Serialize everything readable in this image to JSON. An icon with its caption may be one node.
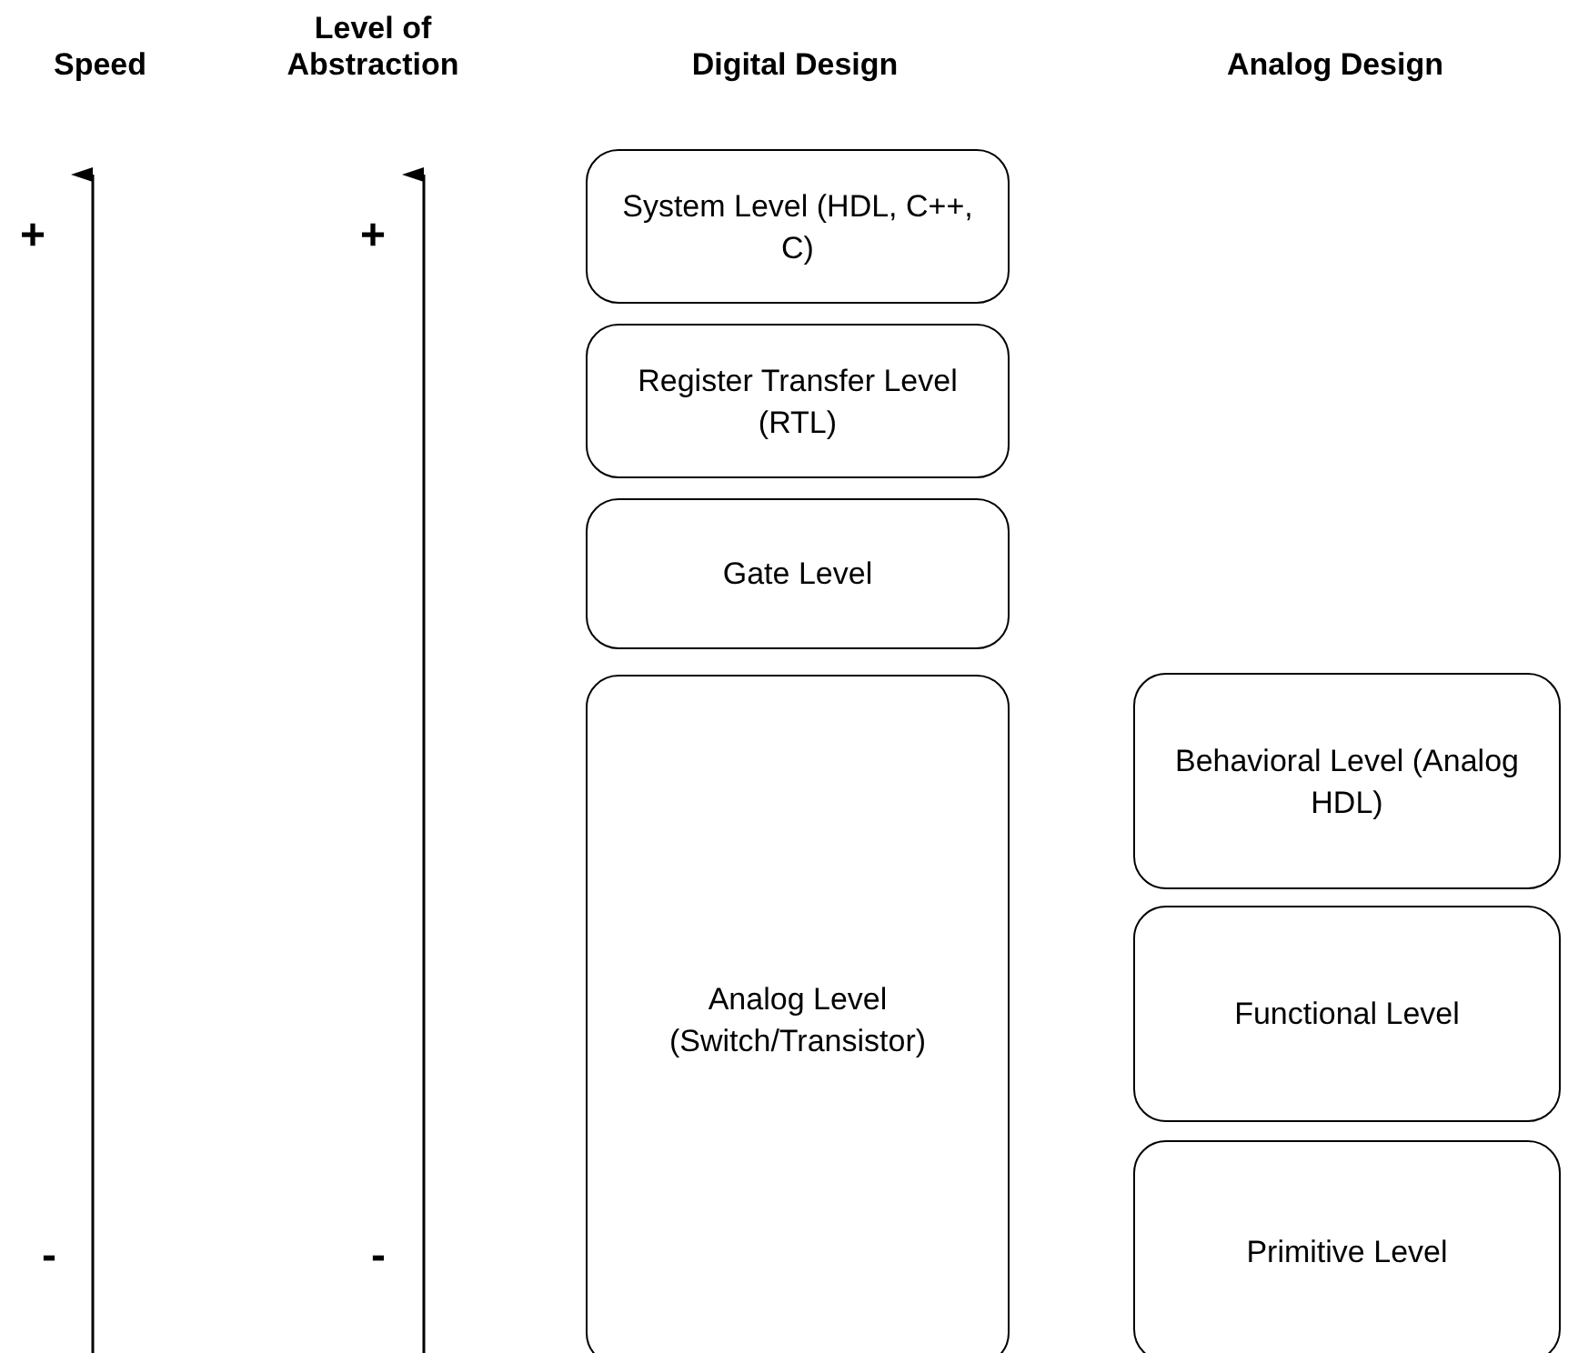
{
  "diagram": {
    "nodes": [
      {
        "text": [
          "System Level (HDL, C++, C)"
        ]
      },
      {
        "text": [
          "Register Transfer Level (RTL)"
        ]
      },
      {
        "text": [
          "Gate Level"
        ]
      },
      {
        "text": [
          "Analog Level (Switch/Transistor)"
        ]
      },
      {
        "text": [
          "Behavioral Level (Analog HDL)"
        ]
      },
      {
        "text": [
          "Functional Level"
        ]
      },
      {
        "text": [
          "Primitive Level"
        ]
      }
    ],
    "labels": [
      "Speed",
      "Level of Abstraction",
      "Digital Design",
      "Analog Design",
      "+",
      "+",
      "-",
      "-"
    ]
  }
}
